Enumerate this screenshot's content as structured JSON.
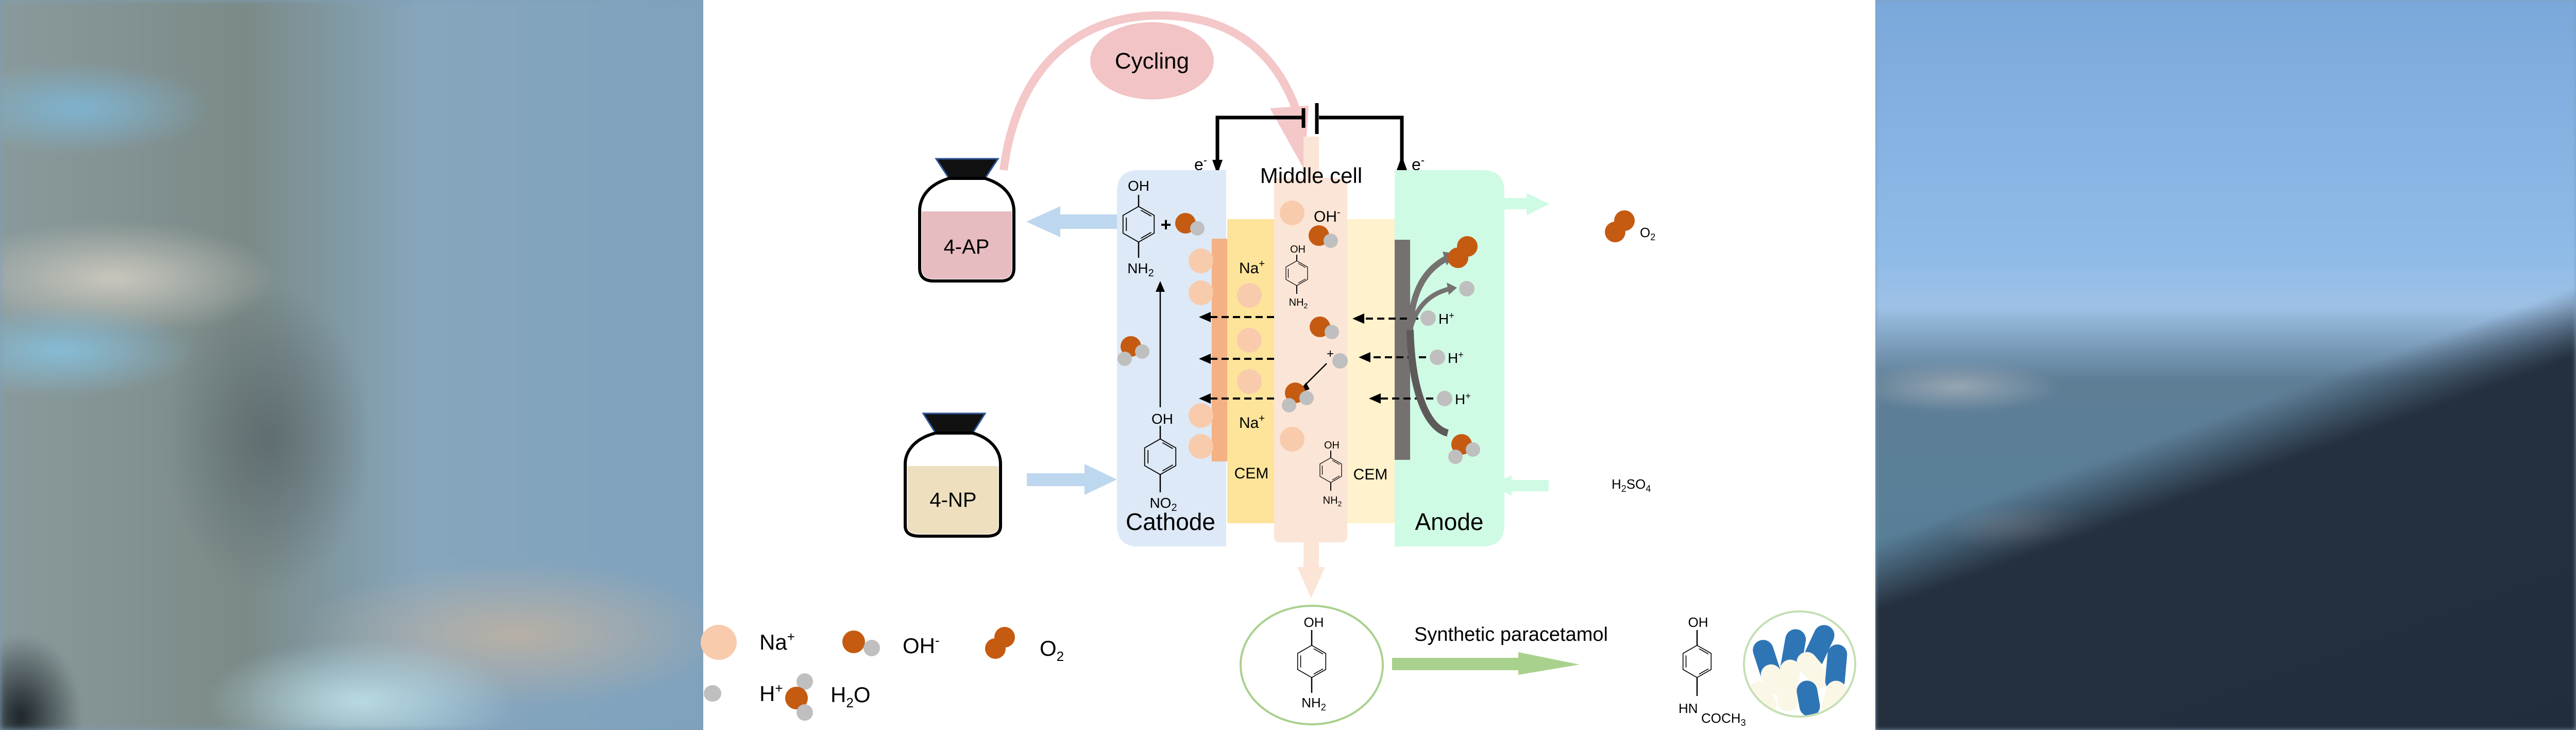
{
  "cycling": {
    "label": "Cycling"
  },
  "bottles": {
    "product": {
      "label": "4-AP",
      "fill": "#e7bcc0"
    },
    "feed": {
      "label": "4-NP",
      "fill": "#eedfbf"
    }
  },
  "compartments": {
    "cathode": {
      "label": "Cathode",
      "color": "#dde9f6"
    },
    "middle": {
      "label": "Middle cell",
      "color": "#fbe5d6"
    },
    "anode": {
      "label": "Anode",
      "color": "#cffbe5"
    },
    "cem_left": {
      "label": "CEM",
      "color": "#fde49a"
    },
    "cem_right": {
      "label": "CEM",
      "color": "#fff2cc"
    }
  },
  "circuit": {
    "electron_left": "e",
    "electron_right": "e",
    "electron_charge": "-"
  },
  "molecules": {
    "oh": "OH",
    "nh2": "NH",
    "no2": "NO",
    "sub2": "2",
    "plus": "+",
    "na": "Na",
    "h": "H",
    "oh_ion": "OH",
    "minus": "-",
    "o2": "O",
    "h2so4_h": "H",
    "h2so4_so": "SO",
    "h2so4_4": "4",
    "hn": "HN",
    "coch": "COCH",
    "sub3": "3"
  },
  "synthesis": {
    "label": "Synthetic paracetamol"
  },
  "legend": [
    {
      "symbol": "na",
      "label": "Na",
      "sup": "+"
    },
    {
      "symbol": "oh",
      "label": "OH",
      "sup": "-"
    },
    {
      "symbol": "o2",
      "label": "O",
      "sub": "2"
    },
    {
      "symbol": "h",
      "label": "H",
      "sup": "+"
    },
    {
      "symbol": "h2o",
      "label_a": "H",
      "sub": "2",
      "label_b": "O"
    }
  ],
  "colors": {
    "na_ion": "#f8cbad",
    "oxygen": "#c55a11",
    "hydrogen": "#bfbfbf",
    "cathode_electrode": "#f4b183",
    "anode_electrode": "#767171",
    "cycling_arrow": "#f4c7c9",
    "cycling_bubble": "#f2c4c5",
    "blue_arrow": "#bdd7ee",
    "green_arrow": "#cffbe5",
    "synthesis_arrow": "#a9d18e",
    "circle_outline": "#a9d18e",
    "capsule_blue": "#2e75b6",
    "capsule_cream": "#fbf7e6"
  }
}
